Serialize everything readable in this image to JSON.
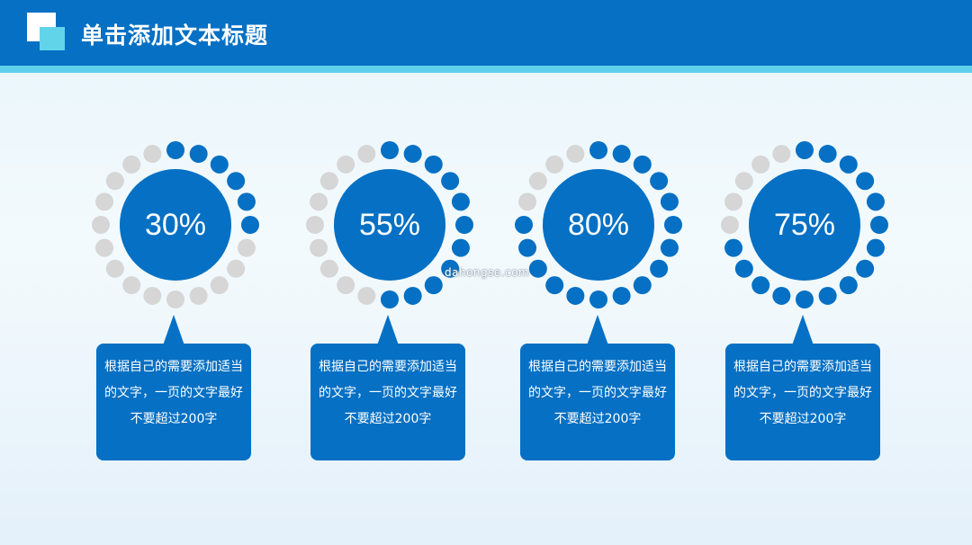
{
  "header": {
    "title": "单击添加文本标题"
  },
  "colors": {
    "primary": "#0570c4",
    "accent": "#5fd0ea",
    "inactive_dot": "#d6d6d6"
  },
  "gauges": [
    {
      "value_label": "30%",
      "fraction": 0.3
    },
    {
      "value_label": "55%",
      "fraction": 0.55
    },
    {
      "value_label": "80%",
      "fraction": 0.8
    },
    {
      "value_label": "75%",
      "fraction": 0.75
    }
  ],
  "cards": [
    {
      "text": "根据自己的需要添加适当的文字，一页的文字最好不要超过200字"
    },
    {
      "text": "根据自己的需要添加适当的文字，一页的文字最好不要超过200字"
    },
    {
      "text": "根据自己的需要添加适当的文字，一页的文字最好不要超过200字"
    },
    {
      "text": "根据自己的需要添加适当的文字，一页的文字最好不要超过200字"
    }
  ],
  "watermark": "dahongse.com"
}
